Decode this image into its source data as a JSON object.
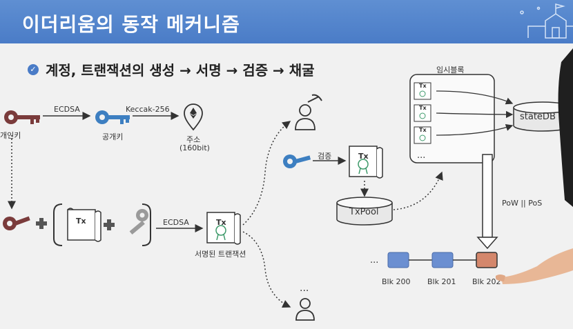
{
  "header": {
    "title": "이더리움의 동작 메커니즘"
  },
  "subtitle": {
    "text": "계정, 트랜잭션의 생성 → 서명 → 검증 → 채굴"
  },
  "flow": {
    "private_key_label": "개인키",
    "ecdsa_top": "ECDSA",
    "public_key_label": "공개키",
    "keccak": "Keccak-256",
    "address_label": "주소",
    "address_bits": "(160bit)",
    "tx_label": "Tx",
    "ecdsa_bottom": "ECDSA",
    "signed_tx_label": "서명된 트랜잭션",
    "ellipsis": "...",
    "verify_label": "검증",
    "txpool_label": "TxPool",
    "temp_block_label": "임시블록",
    "statedb_label": "stateDB",
    "consensus_label": "PoW || PoS",
    "blocks": [
      "Blk 200",
      "Blk 201",
      "Blk 202"
    ]
  },
  "colors": {
    "banner": "#4a7cc7",
    "key_dark": "#7a3b3b",
    "key_blue": "#3d7fc1",
    "key_gray": "#9a9a9a",
    "block_blue": "#6b8fd1",
    "block_new": "#d4876c"
  }
}
